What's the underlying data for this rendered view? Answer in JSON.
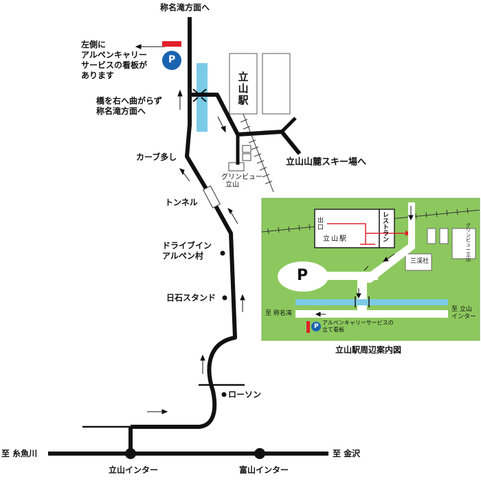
{
  "main_map": {
    "labels": {
      "top_direction": "称名滝方面へ",
      "sign_left_1": "左側に",
      "sign_left_2": "アルペンキャリー",
      "sign_left_3": "サービスの看板が",
      "sign_left_4": "あります",
      "bridge_1": "橋を右へ曲がらず",
      "bridge_2": "称名滝方面へ",
      "station": "立山駅",
      "ski": "立山山麓スキー場へ",
      "greenview_1": "グリンビュー",
      "greenview_2": "立山",
      "curves": "カーブ多し",
      "tunnel": "トンネル",
      "drivein_1": "ドライブイン",
      "drivein_2": "アルペン村",
      "nisseki": "日石スタンド",
      "lawson": "ローソン",
      "to_itoigawa": "至 糸魚川",
      "to_kanazawa": "至 金沢",
      "tateyama_ic": "立山インター",
      "toyama_ic": "富山インター",
      "parking_letter": "P"
    }
  },
  "inset_map": {
    "caption": "立山駅周辺案内図",
    "labels": {
      "exit": "出口",
      "station": "立山駅",
      "restaurant": "レストラン",
      "greenview": "グリンビュー立山",
      "sankeisha": "三渓社",
      "to_shomyo": "至 称名滝",
      "to_tateyama_ic_1": "至 立山",
      "to_tateyama_ic_2": "インター",
      "sign_1": "アルペンキャリーサービスの",
      "sign_2": "立て看板",
      "parking_letter": "P"
    },
    "colors": {
      "grass": "#8cc85e",
      "water": "#7ccbe6",
      "sign": "#e0202a",
      "parking": "#1a63b0"
    }
  }
}
